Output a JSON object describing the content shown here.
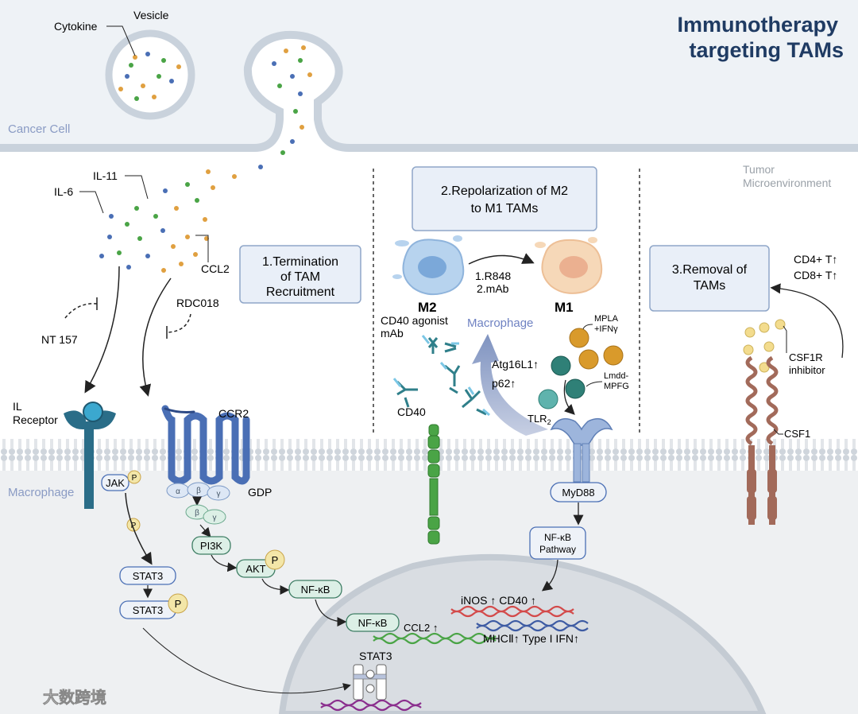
{
  "title": {
    "line1": "Immunotherapy",
    "line2": "targeting TAMs"
  },
  "regions": {
    "cancer_cell": "Cancer Cell",
    "tumor_microenvironment_1": "Tumor",
    "tumor_microenvironment_2": "Microenvironment",
    "macrophage": "Macrophage"
  },
  "top_labels": {
    "cytokine": "Cytokine",
    "vesicle": "Vesicle",
    "il11": "IL-11",
    "il6": "IL-6",
    "ccl2": "CCL2",
    "rdc018": "RDC018",
    "nt157": "NT 157"
  },
  "boxes": {
    "termination": [
      "1.Termination",
      "of TAM",
      "Recruitment"
    ],
    "repolarization": [
      "2.Repolarization of M2",
      "to M1 TAMs"
    ],
    "removal": [
      "3.Removal of",
      "TAMs"
    ]
  },
  "section1": {
    "il_receptor_1": "IL",
    "il_receptor_2": "Receptor",
    "ccr2": "CCR2",
    "gdp": "GDP",
    "jak": "JAK",
    "p": "P",
    "alpha": "α",
    "beta": "β",
    "gamma": "γ",
    "pi3k": "PI3K",
    "akt": "AKT",
    "nfkb": "NF-κB",
    "stat3": "STAT3"
  },
  "section2": {
    "m2": "M2",
    "m1": "M1",
    "treatment_1": "1.R848",
    "treatment_2": "2.mAb",
    "macrophage": "Macrophage",
    "cd40_agonist_1": "CD40 agonist",
    "cd40_agonist_2": "mAb",
    "cd40": "CD40",
    "atg16l1": "Atg16L1↑",
    "p62": "p62↑",
    "mpla_1": "MPLA",
    "mpla_2": "+IFNγ",
    "lmdd_1": "Lmdd-",
    "lmdd_2": "MPFG",
    "tlr": "TLR",
    "tlr_sub": "2",
    "myd88": "MyD88",
    "nfkb_pathway_1": "NF-κB",
    "nfkb_pathway_2": "Pathway"
  },
  "nucleus": {
    "inos_cd40": "iNOS ↑ CD40 ↑",
    "mhc_ifn": "MHCⅡ↑ Type I IFN↑",
    "ccl2": "CCL2 ↑",
    "stat3": "STAT3",
    "nfkb": "NF-κB"
  },
  "section3": {
    "cd4": "CD4+ T↑",
    "cd8": "CD8+ T↑",
    "csf1r_1": "CSF1R",
    "csf1r_2": "inhibitor",
    "csf1": "CSF1"
  },
  "watermark": "大数跨境",
  "colors": {
    "title": "#1f3b63",
    "box_border": "#8fa6c8",
    "box_fill": "#e9eff8",
    "receptor_blue": "#4a6fb5",
    "green": "#4aa446",
    "teal": "#2f7f7a",
    "csf1r": "#a26a5a"
  }
}
